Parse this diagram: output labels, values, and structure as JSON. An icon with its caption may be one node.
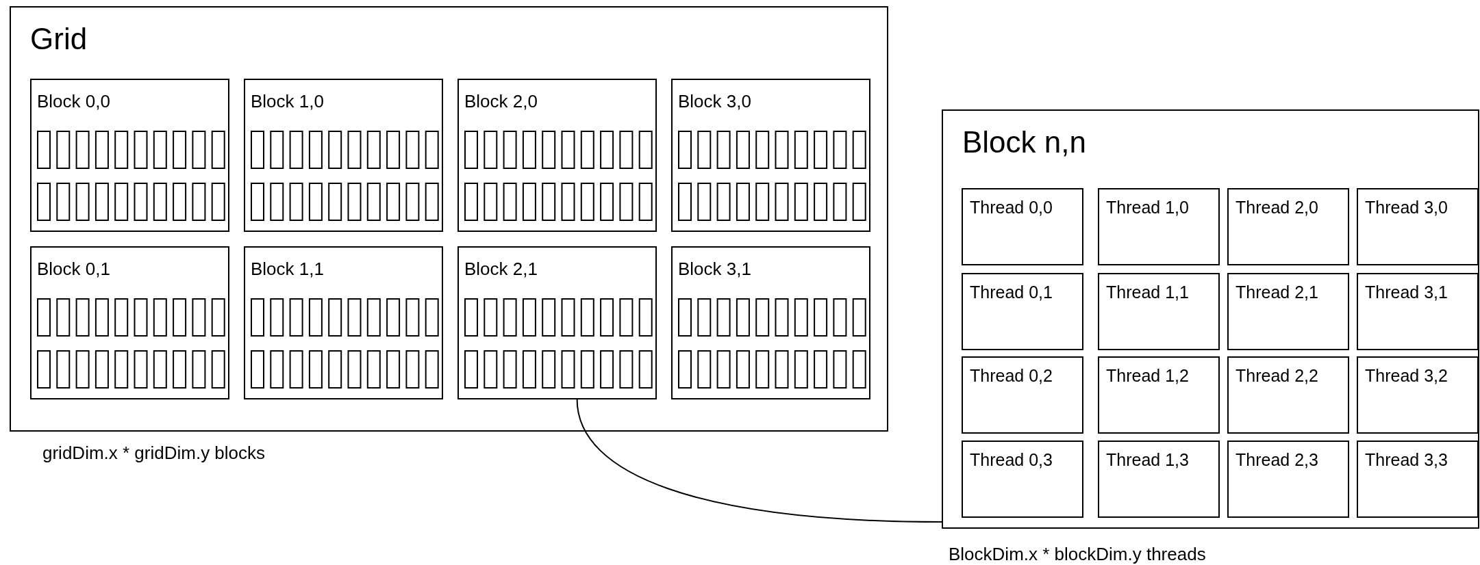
{
  "diagram": {
    "nodes": [
      {
        "text": [
          "Grid"
        ],
        "beside": [
          "gridDim.x * gridDim.y blocks"
        ]
      },
      {
        "text": [
          "Block 0,0"
        ],
        "in": 0
      },
      {
        "text": [
          "Block 1,0"
        ],
        "in": 0
      },
      {
        "text": [
          "Block 2,0"
        ],
        "in": 0
      },
      {
        "text": [
          "Block 3,0"
        ],
        "in": 0
      },
      {
        "text": [
          "Block 0,1"
        ],
        "in": 0
      },
      {
        "text": [
          "Block 1,1"
        ],
        "in": 0
      },
      {
        "text": [
          "Block 2,1"
        ],
        "in": 0
      },
      {
        "text": [
          "Block 3,1"
        ],
        "in": 0
      },
      {
        "text": [
          "Block n,n"
        ],
        "beside": [
          "BlockDim.x * blockDim.y threads"
        ]
      },
      {
        "text": [
          "Thread 0,0"
        ],
        "in": 9
      },
      {
        "text": [
          "Thread 1,0"
        ],
        "in": 9
      },
      {
        "text": [
          "Thread 2,0"
        ],
        "in": 9
      },
      {
        "text": [
          "Thread 3,0"
        ],
        "in": 9
      },
      {
        "text": [
          "Thread 0,1"
        ],
        "in": 9
      },
      {
        "text": [
          "Thread 1,1"
        ],
        "in": 9
      },
      {
        "text": [
          "Thread 2,1"
        ],
        "in": 9
      },
      {
        "text": [
          "Thread 3,1"
        ],
        "in": 9
      },
      {
        "text": [
          "Thread 0,2"
        ],
        "in": 9
      },
      {
        "text": [
          "Thread 1,2"
        ],
        "in": 9
      },
      {
        "text": [
          "Thread 2,2"
        ],
        "in": 9
      },
      {
        "text": [
          "Thread 3,2"
        ],
        "in": 9
      },
      {
        "text": [
          "Thread 0,3"
        ],
        "in": 9
      },
      {
        "text": [
          "Thread 1,3"
        ],
        "in": 9
      },
      {
        "text": [
          "Thread 2,3"
        ],
        "in": 9
      },
      {
        "text": [
          "Thread 3,3"
        ],
        "in": 9
      }
    ],
    "edges": [
      {
        "from": 7,
        "to": 9,
        "arrow": "none"
      }
    ]
  }
}
